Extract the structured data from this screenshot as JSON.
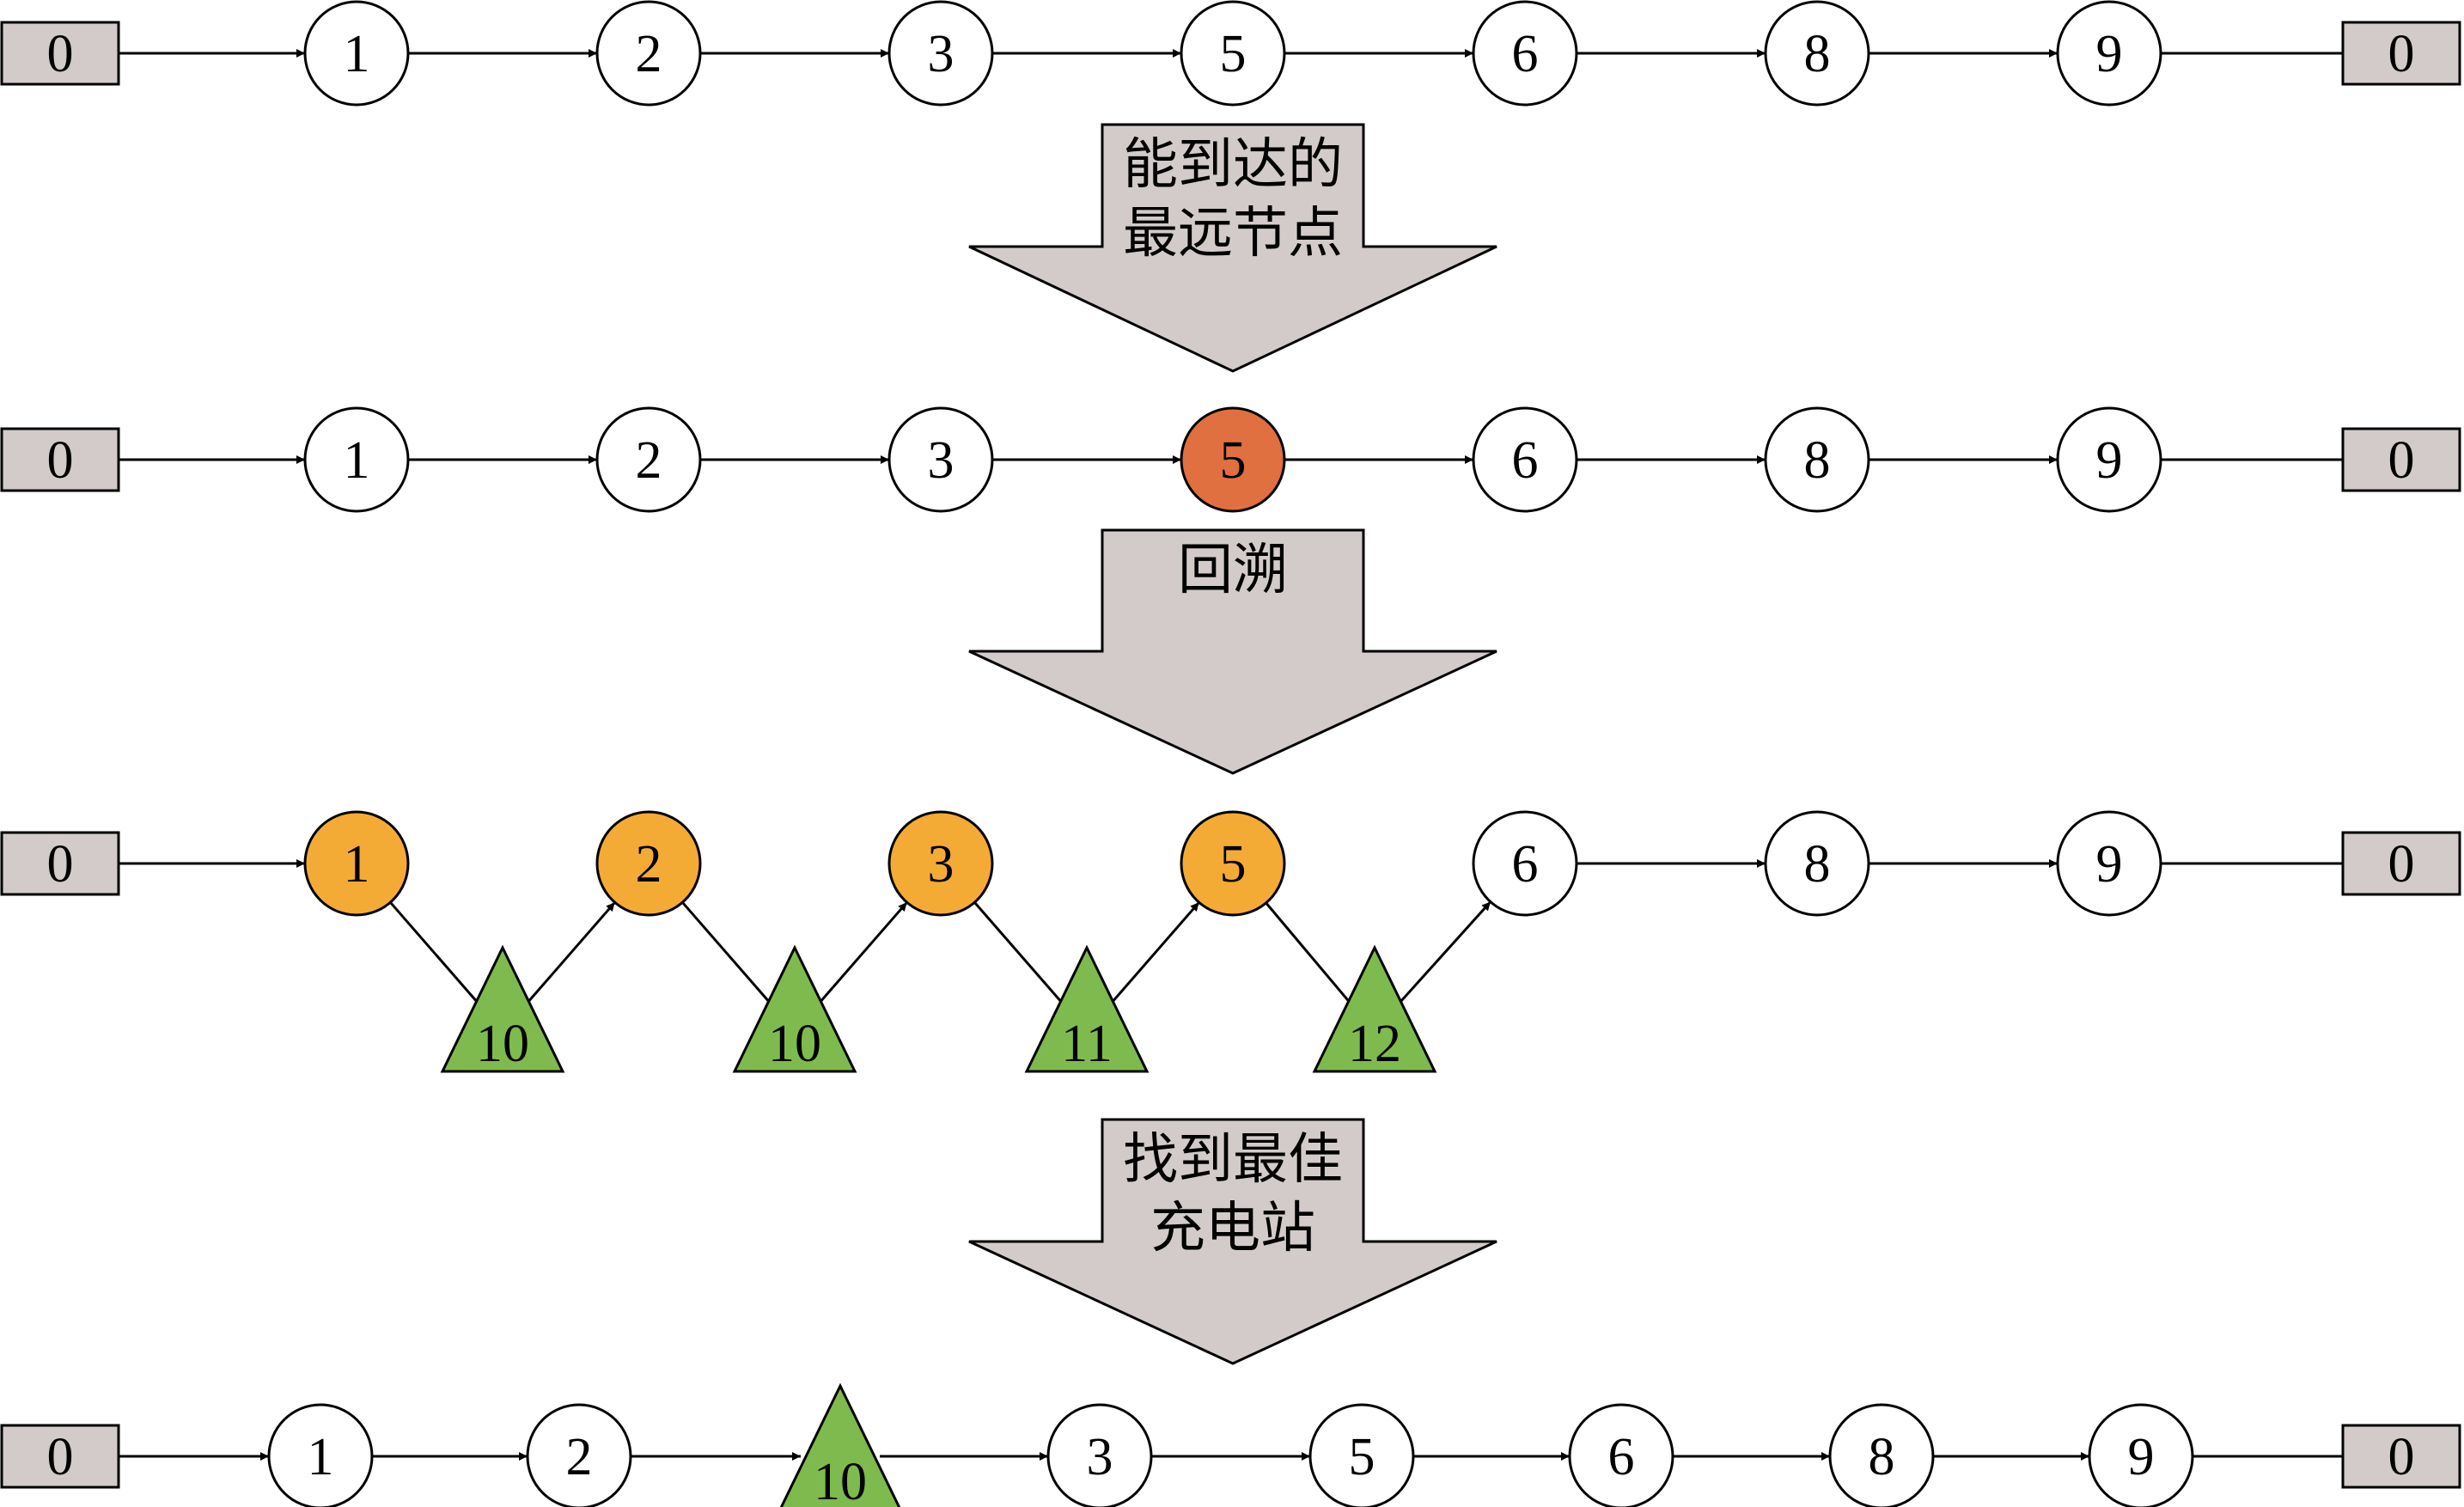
{
  "colors": {
    "depot_fill": "#d2cbc9",
    "customer_fill": "#ffffff",
    "farthest_fill": "#e07040",
    "backtrack_fill": "#f4ab35",
    "station_fill": "#7fba4e",
    "arrow_fill": "#d2cbc9",
    "stroke": "#000000"
  },
  "rows": [
    {
      "id": "initial-route",
      "nodes": [
        {
          "id": "0",
          "shape": "depot-square",
          "state": "depot"
        },
        {
          "id": "1",
          "shape": "customer-circle",
          "state": "normal"
        },
        {
          "id": "2",
          "shape": "customer-circle",
          "state": "normal"
        },
        {
          "id": "3",
          "shape": "customer-circle",
          "state": "normal"
        },
        {
          "id": "5",
          "shape": "customer-circle",
          "state": "normal"
        },
        {
          "id": "6",
          "shape": "customer-circle",
          "state": "normal"
        },
        {
          "id": "8",
          "shape": "customer-circle",
          "state": "normal"
        },
        {
          "id": "9",
          "shape": "customer-circle",
          "state": "normal"
        },
        {
          "id": "0",
          "shape": "depot-square",
          "state": "depot"
        }
      ]
    },
    {
      "id": "farthest-reachable",
      "nodes": [
        {
          "id": "0",
          "shape": "depot-square",
          "state": "depot"
        },
        {
          "id": "1",
          "shape": "customer-circle",
          "state": "normal"
        },
        {
          "id": "2",
          "shape": "customer-circle",
          "state": "normal"
        },
        {
          "id": "3",
          "shape": "customer-circle",
          "state": "normal"
        },
        {
          "id": "5",
          "shape": "customer-circle",
          "state": "farthest"
        },
        {
          "id": "6",
          "shape": "customer-circle",
          "state": "normal"
        },
        {
          "id": "8",
          "shape": "customer-circle",
          "state": "normal"
        },
        {
          "id": "9",
          "shape": "customer-circle",
          "state": "normal"
        },
        {
          "id": "0",
          "shape": "depot-square",
          "state": "depot"
        }
      ]
    },
    {
      "id": "backtracking",
      "nodes": [
        {
          "id": "0",
          "shape": "depot-square",
          "state": "depot"
        },
        {
          "id": "1",
          "shape": "customer-circle",
          "state": "backtrack"
        },
        {
          "id": "10",
          "shape": "station-triangle",
          "state": "station"
        },
        {
          "id": "2",
          "shape": "customer-circle",
          "state": "backtrack"
        },
        {
          "id": "10",
          "shape": "station-triangle",
          "state": "station"
        },
        {
          "id": "3",
          "shape": "customer-circle",
          "state": "backtrack"
        },
        {
          "id": "11",
          "shape": "station-triangle",
          "state": "station"
        },
        {
          "id": "5",
          "shape": "customer-circle",
          "state": "backtrack"
        },
        {
          "id": "12",
          "shape": "station-triangle",
          "state": "station"
        },
        {
          "id": "6",
          "shape": "customer-circle",
          "state": "normal"
        },
        {
          "id": "8",
          "shape": "customer-circle",
          "state": "normal"
        },
        {
          "id": "9",
          "shape": "customer-circle",
          "state": "normal"
        },
        {
          "id": "0",
          "shape": "depot-square",
          "state": "depot"
        }
      ]
    },
    {
      "id": "final-route",
      "nodes": [
        {
          "id": "0",
          "shape": "depot-square",
          "state": "depot"
        },
        {
          "id": "1",
          "shape": "customer-circle",
          "state": "normal"
        },
        {
          "id": "2",
          "shape": "customer-circle",
          "state": "normal"
        },
        {
          "id": "10",
          "shape": "station-triangle",
          "state": "station"
        },
        {
          "id": "3",
          "shape": "customer-circle",
          "state": "normal"
        },
        {
          "id": "5",
          "shape": "customer-circle",
          "state": "normal"
        },
        {
          "id": "6",
          "shape": "customer-circle",
          "state": "normal"
        },
        {
          "id": "8",
          "shape": "customer-circle",
          "state": "normal"
        },
        {
          "id": "9",
          "shape": "customer-circle",
          "state": "normal"
        },
        {
          "id": "0",
          "shape": "depot-square",
          "state": "depot"
        }
      ]
    }
  ],
  "steps": [
    {
      "id": "step-farthest",
      "lines": [
        "能到达的",
        "最远节点"
      ]
    },
    {
      "id": "step-backtrack",
      "lines": [
        "回溯"
      ]
    },
    {
      "id": "step-find-station",
      "lines": [
        "找到最佳",
        "充电站"
      ]
    }
  ]
}
